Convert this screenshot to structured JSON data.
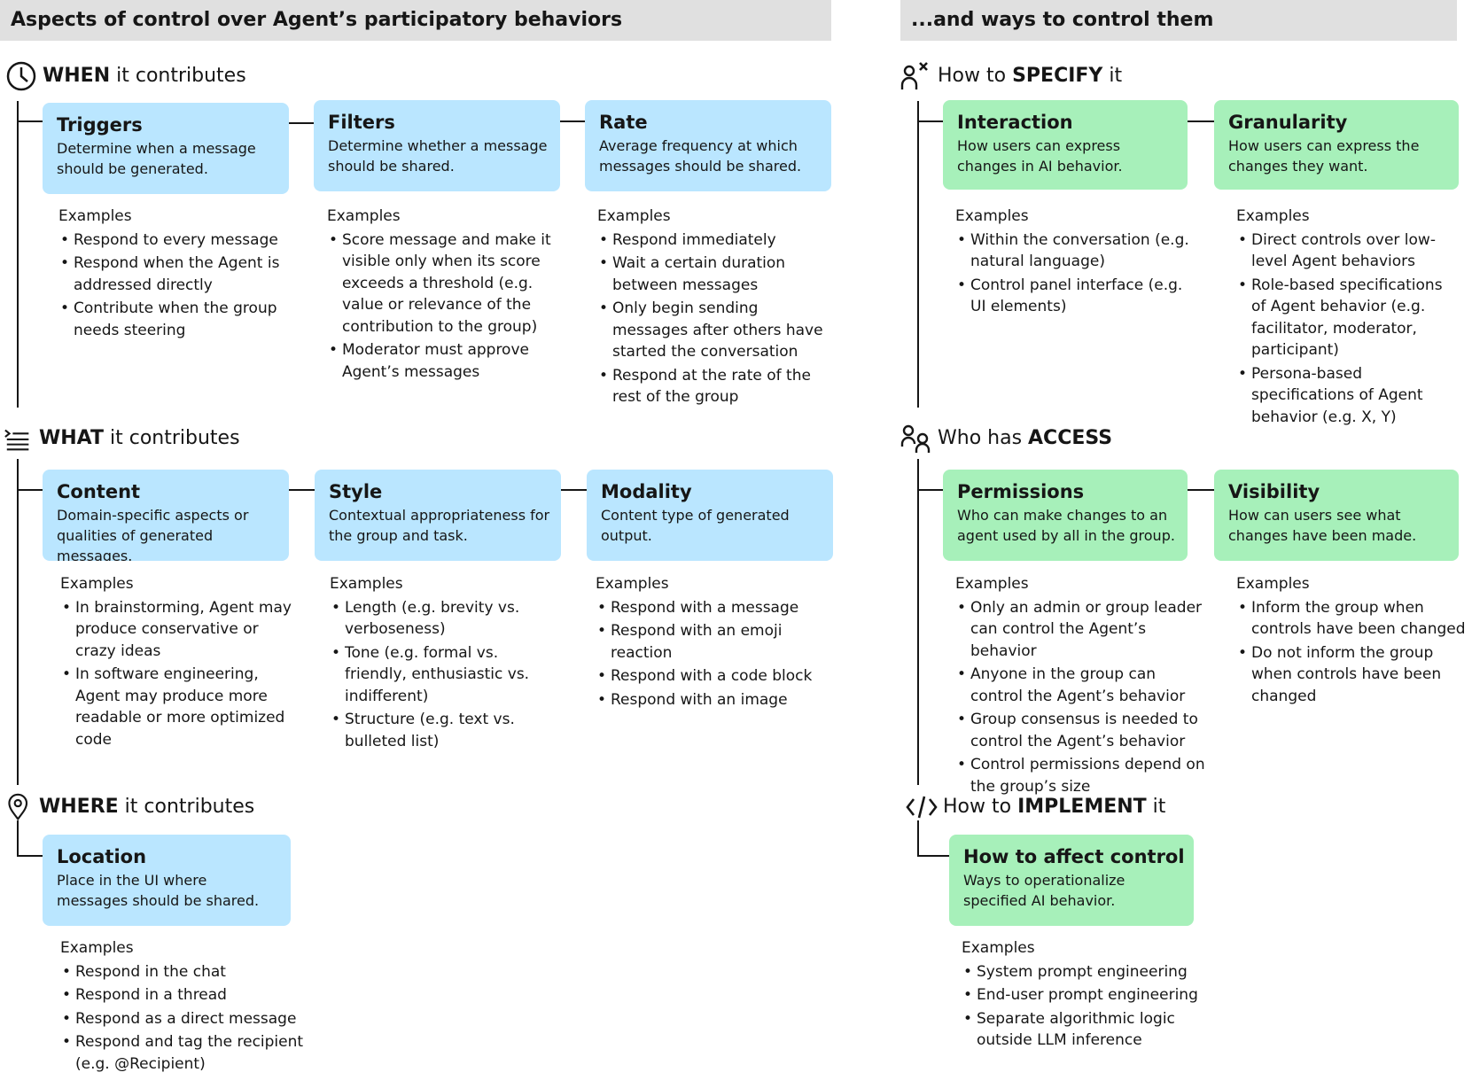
{
  "header_left": "Aspects of control over Agent’s participatory behaviors",
  "header_right": "...and ways to control them",
  "examples_label": "Examples",
  "colors": {
    "blue_card": "#bae6ff",
    "green_card": "#a7f0ba",
    "header_bg": "#e0e0e0"
  },
  "sections": {
    "when": {
      "icon": "clock-icon",
      "strong": "WHEN",
      "rest": " it contributes",
      "prefix": ""
    },
    "what": {
      "icon": "list-icon",
      "strong": "WHAT",
      "rest": " it contributes",
      "prefix": ""
    },
    "where": {
      "icon": "location-icon",
      "strong": "WHERE",
      "rest": " it contributes",
      "prefix": ""
    },
    "specify": {
      "icon": "user-edit-icon",
      "strong": "SPECIFY",
      "rest": " it",
      "prefix": "How to "
    },
    "access": {
      "icon": "users-icon",
      "strong": "ACCESS",
      "rest": "",
      "prefix": "Who has "
    },
    "implement": {
      "icon": "code-icon",
      "strong": "IMPLEMENT",
      "rest": " it",
      "prefix": "How to "
    }
  },
  "cards": {
    "triggers": {
      "title": "Triggers",
      "desc": "Determine when a message should be generated.",
      "examples": [
        "Respond to every message",
        "Respond when the Agent is addressed directly",
        "Contribute when the group needs steering"
      ]
    },
    "filters": {
      "title": "Filters",
      "desc": "Determine whether a message should be shared.",
      "examples": [
        "Score message and make it visible only when its score exceeds a threshold (e.g. value or relevance of the contribution to the group)",
        "Moderator must approve Agent’s messages"
      ]
    },
    "rate": {
      "title": "Rate",
      "desc": "Average frequency at which messages should be shared.",
      "examples": [
        "Respond immediately",
        "Wait a certain duration between messages",
        "Only begin sending messages after others have started the conversation",
        "Respond at the rate of the rest of the group"
      ]
    },
    "content": {
      "title": "Content",
      "desc": "Domain-specific aspects or qualities of generated messages.",
      "examples": [
        "In brainstorming, Agent may produce conservative or crazy ideas",
        "In software engineering, Agent may produce more readable or more optimized code"
      ]
    },
    "style": {
      "title": "Style",
      "desc": "Contextual appropriateness for the group and task.",
      "examples": [
        "Length (e.g. brevity vs. verboseness)",
        "Tone (e.g. formal vs. friendly, enthusiastic vs. indifferent)",
        "Structure (e.g. text vs. bulleted list)"
      ]
    },
    "modality": {
      "title": "Modality",
      "desc": "Content type of generated output.",
      "examples": [
        "Respond with a message",
        "Respond with an emoji reaction",
        "Respond with a code block",
        "Respond with an image"
      ]
    },
    "location": {
      "title": "Location",
      "desc": "Place in the UI where messages should be shared.",
      "examples": [
        "Respond in the chat",
        "Respond in a thread",
        "Respond as a direct message",
        "Respond and tag the recipient (e.g. @Recipient)"
      ]
    },
    "interaction": {
      "title": "Interaction",
      "desc": "How users can express changes in AI behavior.",
      "examples": [
        "Within the conversation (e.g. natural language)",
        "Control panel interface (e.g. UI elements)"
      ]
    },
    "granularity": {
      "title": "Granularity",
      "desc": "How users can express the changes they want.",
      "examples": [
        "Direct controls over low-level Agent behaviors",
        "Role-based specifications of Agent behavior (e.g. facilitator, moderator, participant)",
        "Persona-based specifications of Agent behavior (e.g. X, Y)"
      ]
    },
    "permissions": {
      "title": "Permissions",
      "desc": "Who can make changes to an agent used by all in the group.",
      "examples": [
        "Only an admin or group leader can control the Agent’s behavior",
        "Anyone in the group can control the Agent’s behavior",
        "Group consensus is needed to control the Agent’s behavior",
        "Control permissions depend on the group’s size"
      ]
    },
    "visibility": {
      "title": "Visibility",
      "desc": "How can users see what changes have been made.",
      "examples": [
        "Inform the group when controls have been changed",
        "Do not inform the group when controls have been changed"
      ]
    },
    "affect": {
      "title": "How to affect control",
      "desc": "Ways to operationalize specified AI behavior.",
      "examples": [
        "System prompt engineering",
        "End-user prompt engineering",
        "Separate algorithmic logic outside LLM inference"
      ]
    }
  }
}
